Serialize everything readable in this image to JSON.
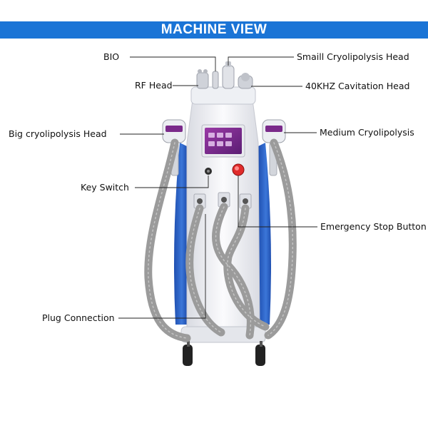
{
  "banner": {
    "title": "MACHINE VIEW"
  },
  "labels": {
    "bio": "BIO",
    "small_cryo": "Smaill Cryolipolysis Head",
    "rf_head": "RF Head",
    "cavitation": "40KHZ Cavitation Head",
    "big_cryo": "Big cryolipolysis Head",
    "medium_cryo": "Medium Cryolipolysis",
    "key_switch": "Key Switch",
    "emergency_stop": "Emergency Stop Button",
    "plug_connection": "Plug Connection"
  },
  "colors": {
    "banner": "#1a74d6",
    "body_white": "#f4f5f8",
    "side_blue": "#2f63c9",
    "screen_purple": "#7a2a8a",
    "hose_gray": "#9b9b9b",
    "stop_red": "#e02b2b"
  }
}
